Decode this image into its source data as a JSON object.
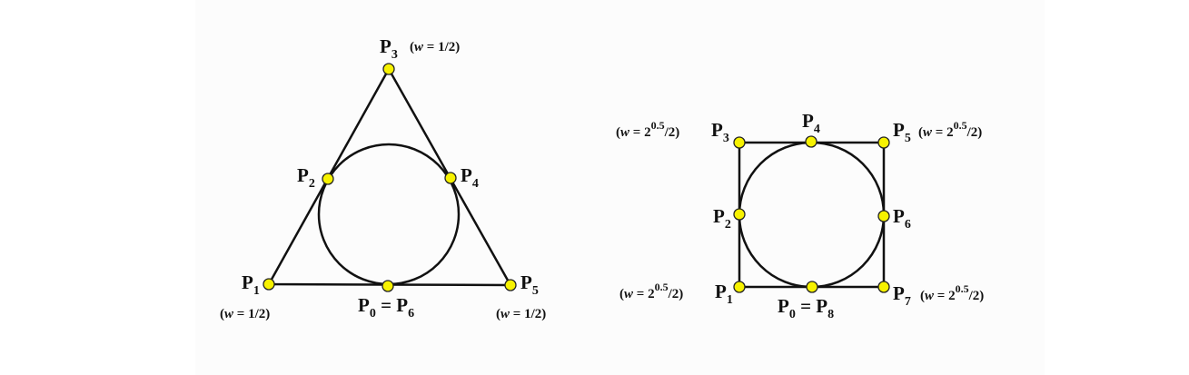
{
  "triangle": {
    "points": {
      "p0": {
        "name": "P",
        "index": "0",
        "eq": " = ",
        "name2": "P",
        "index2": "6"
      },
      "p1": {
        "name": "P",
        "index": "1"
      },
      "p2": {
        "name": "P",
        "index": "2"
      },
      "p3": {
        "name": "P",
        "index": "3"
      },
      "p4": {
        "name": "P",
        "index": "4"
      },
      "p5": {
        "name": "P",
        "index": "5"
      }
    },
    "weights": {
      "p3": {
        "open": "(",
        "w": "w",
        "rest": " = 1/2)"
      },
      "p1": {
        "open": "(",
        "w": "w",
        "rest": " = 1/2)"
      },
      "p5": {
        "open": "(",
        "w": "w",
        "rest": " = 1/2)"
      }
    }
  },
  "square": {
    "points": {
      "p0": {
        "name": "P",
        "index": "0",
        "eq": " = ",
        "name2": "P",
        "index2": "8"
      },
      "p1": {
        "name": "P",
        "index": "1"
      },
      "p2": {
        "name": "P",
        "index": "2"
      },
      "p3": {
        "name": "P",
        "index": "3"
      },
      "p4": {
        "name": "P",
        "index": "4"
      },
      "p5": {
        "name": "P",
        "index": "5"
      },
      "p6": {
        "name": "P",
        "index": "6"
      },
      "p7": {
        "name": "P",
        "index": "7"
      }
    },
    "weights": {
      "p3": {
        "open": "(",
        "w": "w",
        "eq": " = 2",
        "exp": "0.5",
        "rest": "/2)"
      },
      "p5": {
        "open": "(",
        "w": "w",
        "eq": " = 2",
        "exp": "0.5",
        "rest": "/2)"
      },
      "p1": {
        "open": "(",
        "w": "w",
        "eq": " = 2",
        "exp": "0.5",
        "rest": "/2)"
      },
      "p7": {
        "open": "(",
        "w": "w",
        "eq": " = 2",
        "exp": "0.5",
        "rest": "/2)"
      }
    }
  },
  "colors": {
    "point_fill": "#f7f200",
    "line": "#111111"
  }
}
